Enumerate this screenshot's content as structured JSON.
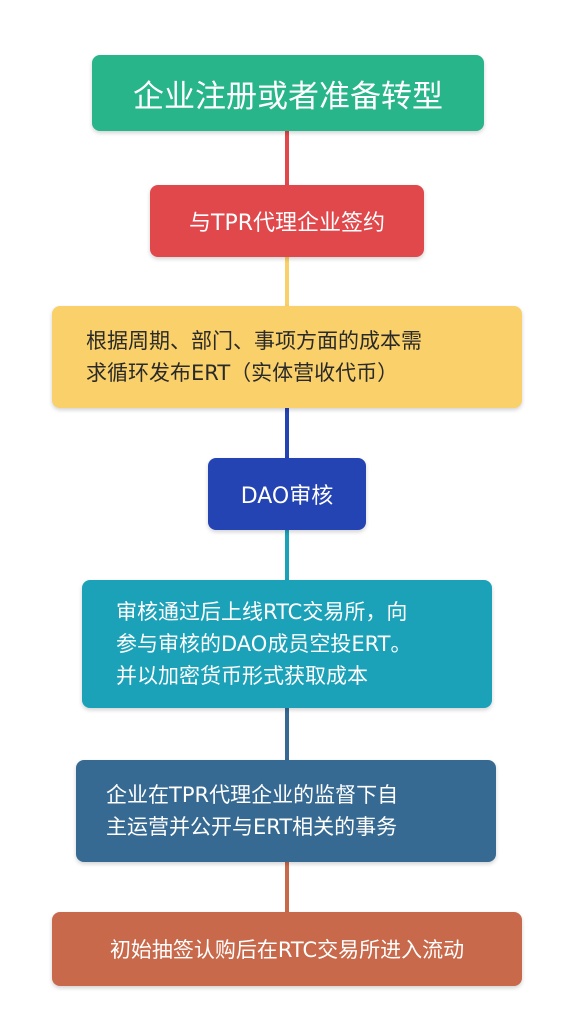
{
  "steps": [
    {
      "label": "企业注册或者准备转型"
    },
    {
      "label": "与TPR代理企业签约"
    },
    {
      "label": "根据周期、部门、事项方面的成本需\n求循环发布ERT（实体营收代币）"
    },
    {
      "label": "DAO审核"
    },
    {
      "label": "审核通过后上线RTC交易所，向\n参与审核的DAO成员空投ERT。\n并以加密货币形式获取成本"
    },
    {
      "label": "企业在TPR代理企业的监督下自\n主运营并公开与ERT相关的事务"
    },
    {
      "label": "初始抽签认购后在RTC交易所进入流动"
    }
  ],
  "colors": {
    "step1": "#27b589",
    "step2": "#e0484c",
    "step3": "#f9d069",
    "step4": "#2544b3",
    "step5": "#1ba2b9",
    "step6": "#376a92",
    "step7": "#c9694b"
  }
}
